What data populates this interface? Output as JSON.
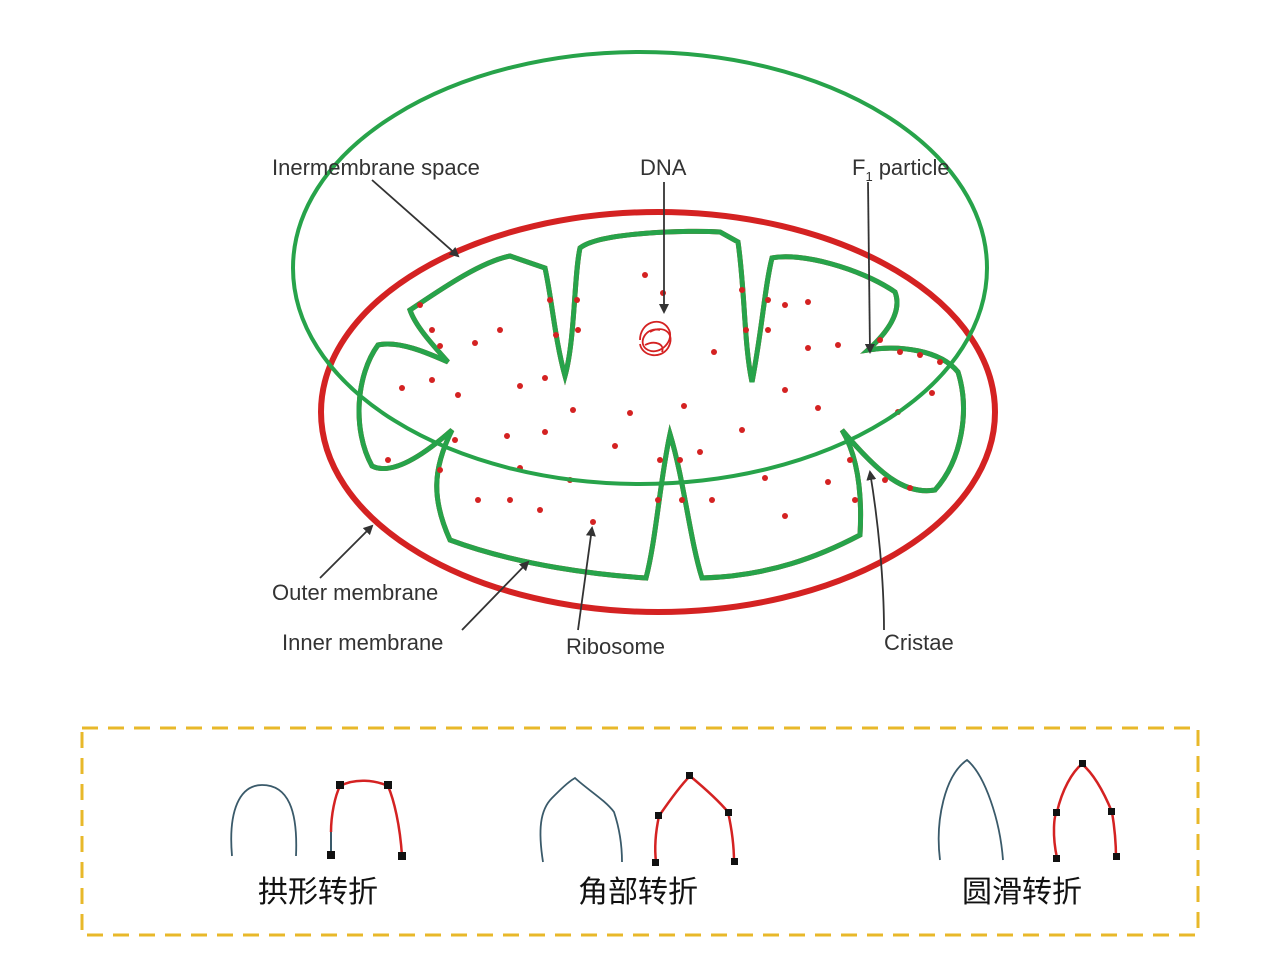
{
  "labels": {
    "intermembrane_space": "Inermembrane space",
    "dna": "DNA",
    "f1_particle_prefix": "F",
    "f1_particle_sub": "1",
    "f1_particle_suffix": "particle",
    "outer_membrane": "Outer membrane",
    "inner_membrane": "Inner membrane",
    "ribosome": "Ribosome",
    "cristae": "Cristae"
  },
  "legend": {
    "items": [
      {
        "label": "拱形转折"
      },
      {
        "label": "角部转折"
      },
      {
        "label": "圆滑转折"
      }
    ]
  },
  "colors": {
    "membrane_red": "#d42222",
    "highlight_green": "#27a34a",
    "legend_border": "#e8b82a",
    "curve_stroke": "#3a5a6a",
    "arrow": "#333333"
  }
}
